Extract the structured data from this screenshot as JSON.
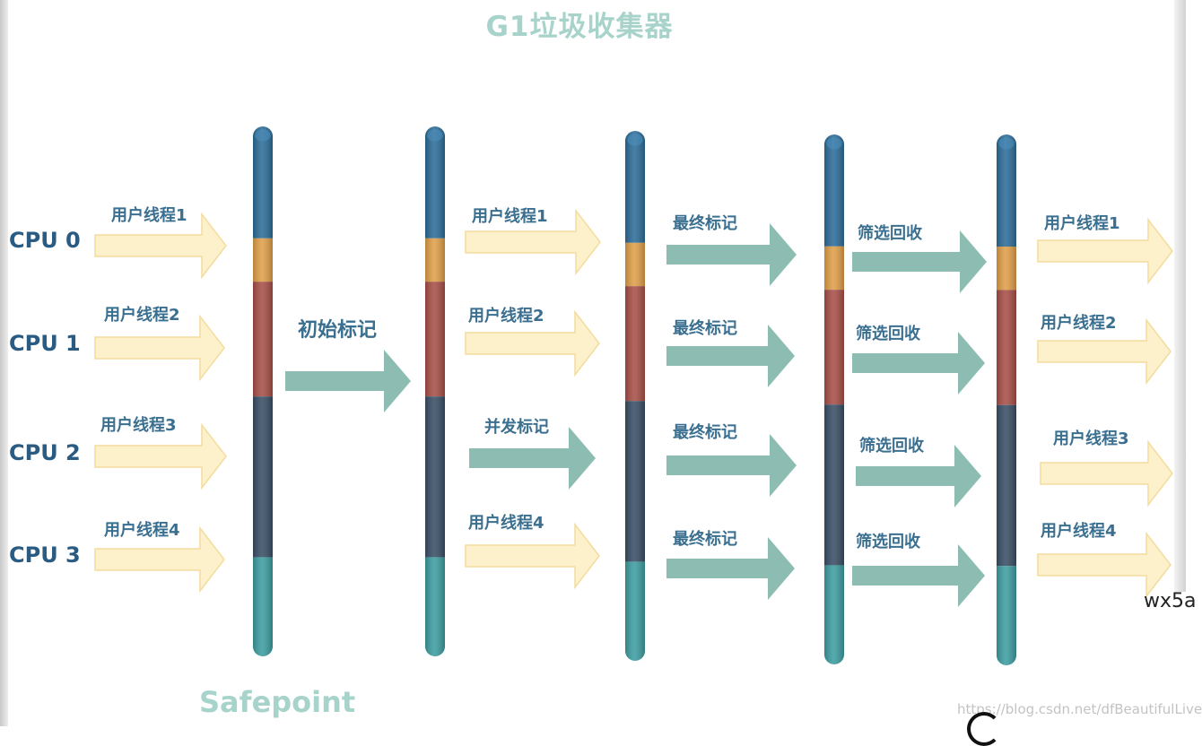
{
  "title": "G1垃圾收集器",
  "cpus": [
    "CPU 0",
    "CPU 1",
    "CPU 2",
    "CPU 3"
  ],
  "phase1": {
    "labels": [
      "用户线程1",
      "用户线程2",
      "用户线程3",
      "用户线程4"
    ]
  },
  "phase2": {
    "label": "初始标记"
  },
  "phase3": {
    "labels": [
      "用户线程1",
      "用户线程2",
      "并发标记",
      "用户线程4"
    ]
  },
  "phase4": {
    "labels": [
      "最终标记",
      "最终标记",
      "最终标记",
      "最终标记"
    ]
  },
  "phase5": {
    "labels": [
      "筛选回收",
      "筛选回收",
      "筛选回收",
      "筛选回收"
    ]
  },
  "phase6": {
    "labels": [
      "用户线程1",
      "用户线程2",
      "用户线程3",
      "用户线程4"
    ]
  },
  "safepoint": "Safepoint",
  "edge_text": "wx5a",
  "watermark": "https://blog.csdn.net/dfBeautifulLive",
  "colors": {
    "user_arrow": "#fdf1cc",
    "user_arrow_stroke": "#f3dc9d",
    "gc_arrow": "#8dbdb2",
    "bar_segments": [
      "#2e6d99",
      "#e0a04a",
      "#a85048",
      "#3a4f66",
      "#3e9ea2"
    ]
  },
  "icons": {
    "arrow": "right-arrow-icon",
    "logo": "logo-icon"
  }
}
